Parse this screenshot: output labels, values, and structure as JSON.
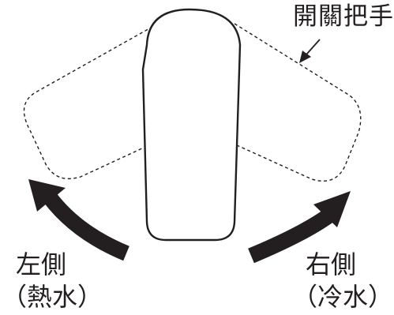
{
  "labels": {
    "handle": "開關把手",
    "left_side": "左側",
    "left_sub": "（熱水）",
    "right_side": "右側",
    "right_sub": "（冷水）"
  },
  "colors": {
    "ink": "#231f20",
    "background": "#ffffff"
  }
}
